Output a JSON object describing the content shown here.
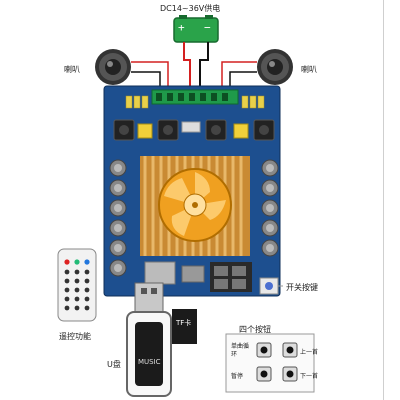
{
  "labels": {
    "power": "DC14~36V供电",
    "plus": "+",
    "minus": "−",
    "speaker_left": "喇叭",
    "speaker_right": "喇叭",
    "power_switch": "开关按键",
    "remote": "遥控功能",
    "udisk": "U盘",
    "usb_text": "MUSIC",
    "tf_card": "TF卡",
    "four_buttons": "四个按钮",
    "btn_single_loop": "单曲循环",
    "btn_pause": "暂停",
    "btn_prev": "上一首",
    "btn_next": "下一首"
  },
  "colors": {
    "pcb": "#1d4f8f",
    "battery": "#2aa34a",
    "wire_red": "#d42020",
    "wire_black": "#111111",
    "heatsink": "#d9a04a",
    "fan": "#f0a020"
  }
}
